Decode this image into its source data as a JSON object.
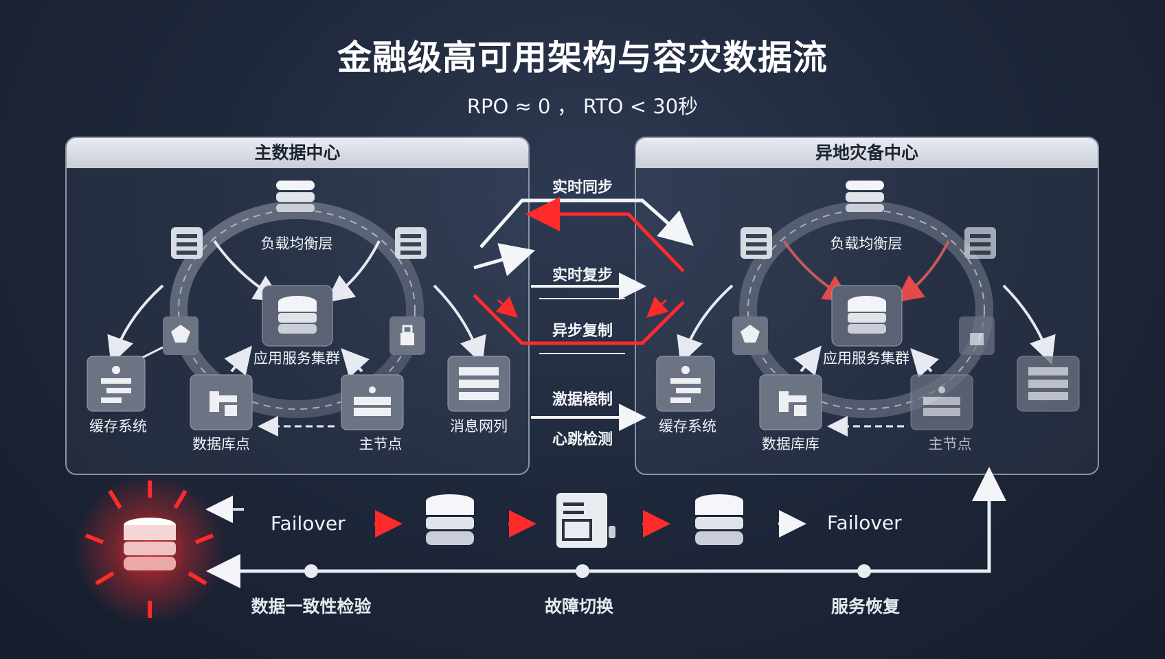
{
  "title": "金融级高可用架构与容灾数据流",
  "subtitle": "RPO ≈ 0 ， RTO < 30秒",
  "primary_center": {
    "header": "主数据中心",
    "nodes": {
      "load_balancer": "负载均衡层",
      "app_cluster": "应用服务集群",
      "cache": "缓存系统",
      "database": "数据库点",
      "master": "主节点",
      "mq": "消息网列"
    }
  },
  "dr_center": {
    "header": "异地灾备中心",
    "nodes": {
      "load_balancer": "负载均衡层",
      "app_cluster": "应用服务集群",
      "cache": "缓存系统",
      "database": "数据库库",
      "master": "主节点"
    }
  },
  "links": {
    "realtime_sync": "实时同步",
    "realtime_resync": "实时复步",
    "async_replication": "异步复制",
    "stimulus_control": "激据榱制",
    "heartbeat": "心跳检测"
  },
  "failover_flow": {
    "start_label": "Failover",
    "end_label": "Failover",
    "steps": [
      "数据一致性检验",
      "故障切换",
      "服务恢复"
    ]
  },
  "colors": {
    "alert": "#ff2b2b",
    "accent_white": "#f3f5f9",
    "panel_border": "#8c94a4"
  },
  "icons": [
    "database-icon",
    "server-icon",
    "document-icon",
    "alarm-burst-icon"
  ]
}
